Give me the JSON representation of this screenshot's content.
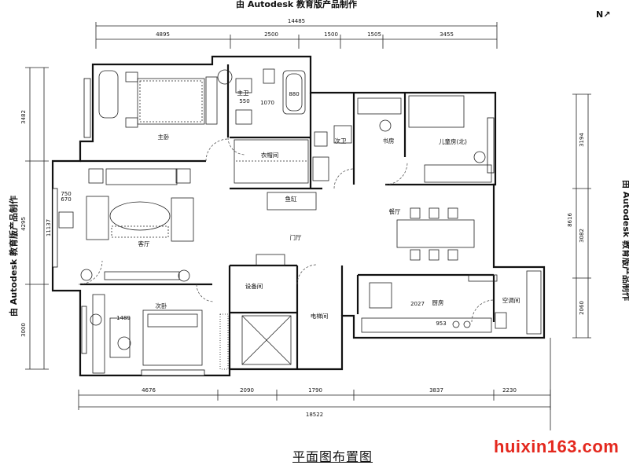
{
  "watermark": "由 Autodesk 教育版产品制作",
  "north_mark": "N",
  "plan_title": "平面图布置图",
  "site_watermark": "huixin163.com",
  "dims": {
    "top_total": "14485",
    "top": [
      "4895",
      "2500",
      "1500",
      "1505",
      "3455"
    ],
    "bottom_total": "18522",
    "bottom": [
      "4676",
      "2090",
      "1790",
      "3837",
      "2230"
    ],
    "left": [
      "3482",
      "4295",
      "3000"
    ],
    "left_inner": "11137",
    "right": [
      "3194",
      "3082",
      "2060"
    ],
    "right_inner": "8616"
  },
  "rooms": {
    "master_bed": "主卧",
    "master_bath": "主卫",
    "wardrobe": "衣帽间",
    "guest_bath": "次卫",
    "study": "书房",
    "kids_room": "儿童房(北)",
    "living": "客厅",
    "dining": "餐厅",
    "foyer": "门厅",
    "second_bed": "次卧",
    "equipment": "设备间",
    "elevator": "电梯间",
    "kitchen": "厨房",
    "ac_room": "空调间",
    "fish_tank": "鱼缸"
  },
  "measures": [
    "550",
    "1070",
    "880",
    "750",
    "670",
    "1489",
    "2027",
    "953"
  ]
}
